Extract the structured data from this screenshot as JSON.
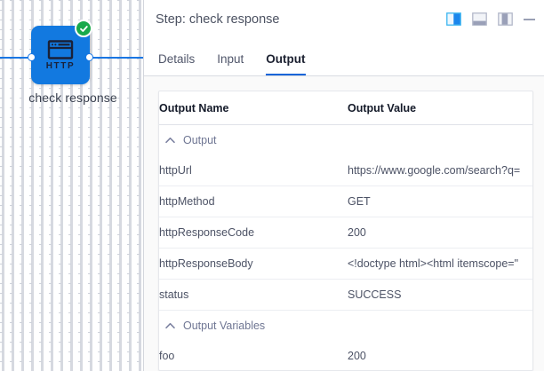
{
  "canvas": {
    "node": {
      "type_label": "HTTP",
      "name": "check response",
      "icon": "http-browser-icon",
      "status_icon": "check-circle-icon",
      "color": "#1279e0",
      "status_color": "#18a94b"
    },
    "edge_color": "#1976e3"
  },
  "panel": {
    "header": {
      "title": "Step: check response",
      "icons": [
        {
          "name": "layout-right-panel-icon",
          "active": true
        },
        {
          "name": "layout-bottom-panel-icon",
          "active": false
        },
        {
          "name": "layout-left-panel-icon",
          "active": false
        },
        {
          "name": "minimize-icon",
          "active": false
        }
      ]
    },
    "tabs": [
      {
        "label": "Details",
        "active": false
      },
      {
        "label": "Input",
        "active": false
      },
      {
        "label": "Output",
        "active": true
      }
    ],
    "accent_color": "#1565d8",
    "table": {
      "columns": [
        "Output Name",
        "Output Value"
      ],
      "groups": [
        {
          "label": "Output",
          "expanded": true,
          "rows": [
            {
              "name": "httpUrl",
              "value": "https://www.google.com/search?q="
            },
            {
              "name": "httpMethod",
              "value": "GET"
            },
            {
              "name": "httpResponseCode",
              "value": "200"
            },
            {
              "name": "httpResponseBody",
              "value": "<!doctype html><html itemscope=\""
            },
            {
              "name": "status",
              "value": "SUCCESS"
            }
          ]
        },
        {
          "label": "Output Variables",
          "expanded": true,
          "rows": [
            {
              "name": "foo",
              "value": "200"
            }
          ]
        }
      ]
    }
  }
}
